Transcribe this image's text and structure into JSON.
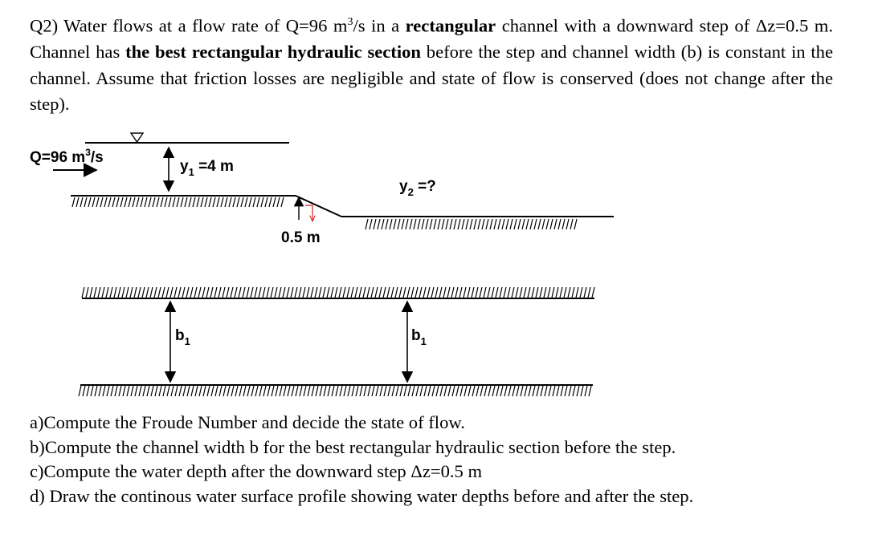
{
  "problem": {
    "p1": "Q2) Water flows at a flow rate of Q=96 m",
    "p1_sup": "3",
    "p2": "/s in a ",
    "bold1": "rectangular",
    "p3": " channel with a downward step of Δz=0.5 m. Channel has ",
    "bold2": "the best rectangular hydraulic section",
    "p4": " before the step and channel width (b) is constant in the channel. Assume that friction losses are negligible and state of flow is conserved (does not change after the step)."
  },
  "diagram": {
    "q_prefix": "Q=96 m",
    "q_sup": "3",
    "q_suffix": "/s",
    "y1_base": "y",
    "y1_sub": "1",
    "y1_value": " =4 m",
    "y2_base": "y",
    "y2_sub": "2",
    "y2_value": " =?",
    "step_label": "0.5 m",
    "b_left_base": "b",
    "b_left_sub": "1",
    "b_right_base": "b",
    "b_right_sub": "1"
  },
  "tasks": {
    "a": "a)Compute the Froude Number and decide the state of flow.",
    "b": "b)Compute the channel width b for the best rectangular hydraulic section before the step.",
    "c": "c)Compute the water depth after the downward step Δz=0.5 m",
    "d": "d) Draw the continous  water surface profile showing water depths before and after the step."
  }
}
